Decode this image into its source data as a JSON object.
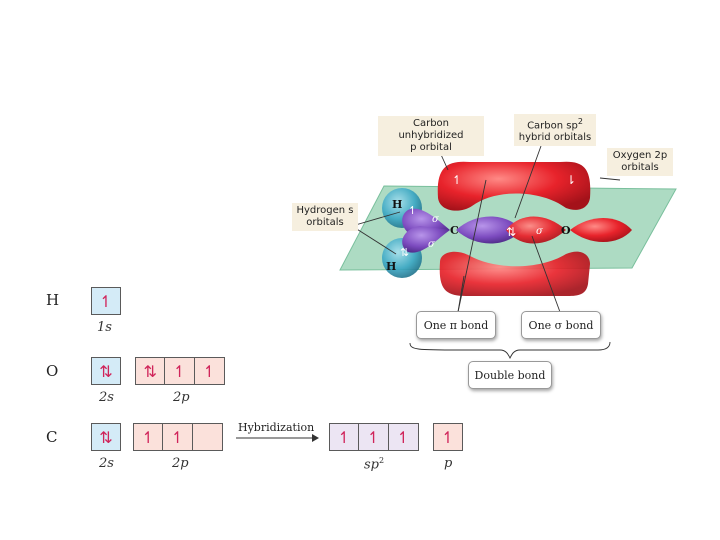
{
  "orbital_diagram": {
    "rows": [
      {
        "atom": "H",
        "groups": [
          {
            "label": "1s",
            "cells": [
              "↿"
            ]
          }
        ]
      },
      {
        "atom": "O",
        "groups": [
          {
            "label": "2s",
            "cells": [
              "⇅"
            ]
          },
          {
            "label": "2p",
            "cells": [
              "⇅",
              "↿",
              "↿"
            ]
          }
        ]
      },
      {
        "atom": "C",
        "groups": [
          {
            "label": "2s",
            "cells": [
              "⇅"
            ]
          },
          {
            "label": "2p",
            "cells": [
              "↿",
              "↿",
              ""
            ]
          }
        ]
      }
    ],
    "hybridization_label": "Hybridization",
    "hybrid_groups": [
      {
        "label": "sp",
        "superscript": "2",
        "cells": [
          "↿",
          "↿",
          "↿"
        ]
      },
      {
        "label": "p",
        "cells": [
          "↿"
        ]
      }
    ]
  },
  "molecule": {
    "callouts": {
      "carbon_unhybridized": [
        "Carbon unhybridized",
        "p orbital"
      ],
      "carbon_sp2": [
        "Carbon sp",
        "2",
        "hybrid orbitals"
      ],
      "oxygen_2p": [
        "Oxygen 2p",
        "orbitals"
      ],
      "hydrogen_s": [
        "Hydrogen s",
        "orbitals"
      ]
    },
    "atom_labels": {
      "h_top": "H",
      "h_bottom": "H",
      "carbon": "C",
      "oxygen": "O"
    },
    "sigma_symbol": "σ",
    "bond_labels": {
      "pi_bond": "One π bond",
      "sigma_bond": "One σ bond",
      "double_bond": "Double bond"
    }
  },
  "colors": {
    "red_lobe": "#e8232b",
    "purple_lobe": "#7c4bbf",
    "plane": "#9fd5b8",
    "hydrogen": "#2f97b4",
    "callout_bg": "#f6efdf"
  }
}
